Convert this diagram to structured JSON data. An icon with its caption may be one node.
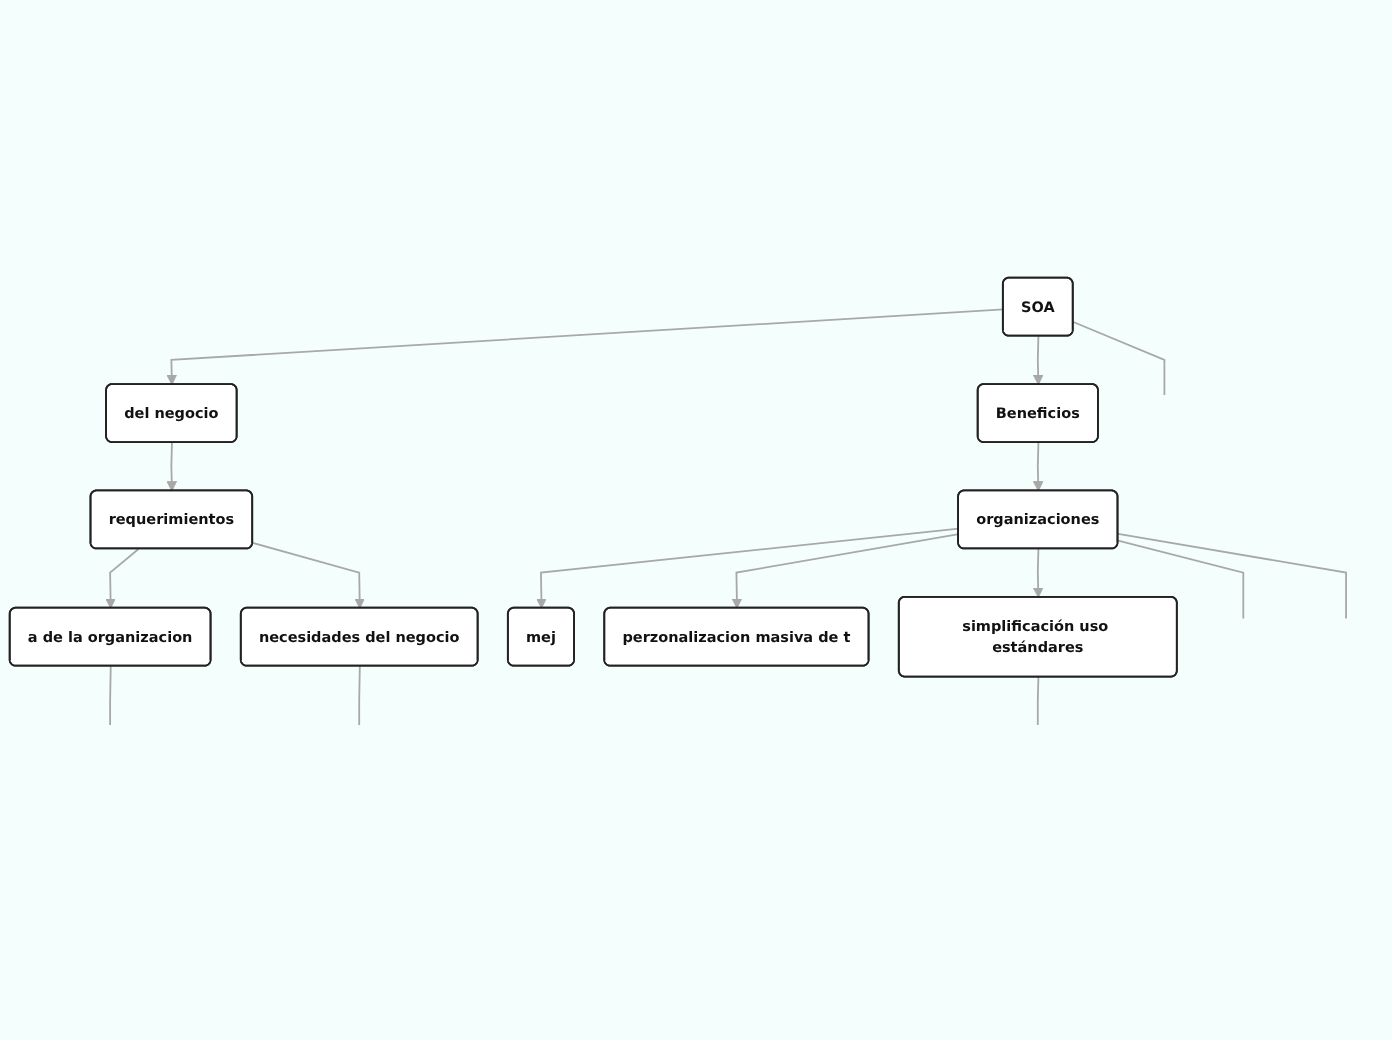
{
  "diagram": {
    "nodes": [
      {
        "text": [
          "SOA"
        ]
      },
      {
        "text": [
          "del negocio"
        ]
      },
      {
        "text": [
          "requerimientos"
        ]
      },
      {
        "text": [
          "a de la organizacion"
        ]
      },
      {
        "text": [
          "necesidades del negocio"
        ]
      },
      {
        "text": [
          "Beneficios"
        ]
      },
      {
        "text": [
          "organizaciones"
        ]
      },
      {
        "text": [
          "mej"
        ]
      },
      {
        "text": [
          "perzonalizacion masiva de t"
        ]
      },
      {
        "text": [
          "simplificación uso estándares"
        ]
      }
    ],
    "edges": [
      {
        "from": 0,
        "to": 1,
        "arrow": "to"
      },
      {
        "from": 0,
        "to": 5,
        "arrow": "to"
      },
      {
        "from": 0,
        "to": null,
        "arrow": "none"
      },
      {
        "from": 1,
        "to": 2,
        "arrow": "to"
      },
      {
        "from": 2,
        "to": 3,
        "arrow": "to"
      },
      {
        "from": 2,
        "to": 4,
        "arrow": "to"
      },
      {
        "from": 3,
        "to": null,
        "arrow": "none"
      },
      {
        "from": 4,
        "to": null,
        "arrow": "none"
      },
      {
        "from": 5,
        "to": 6,
        "arrow": "to"
      },
      {
        "from": 6,
        "to": 7,
        "arrow": "to"
      },
      {
        "from": 6,
        "to": 8,
        "arrow": "to"
      },
      {
        "from": 6,
        "to": 9,
        "arrow": "to"
      },
      {
        "from": 6,
        "to": null,
        "arrow": "none"
      },
      {
        "from": 6,
        "to": null,
        "arrow": "none"
      },
      {
        "from": 9,
        "to": null,
        "arrow": "none"
      }
    ]
  }
}
